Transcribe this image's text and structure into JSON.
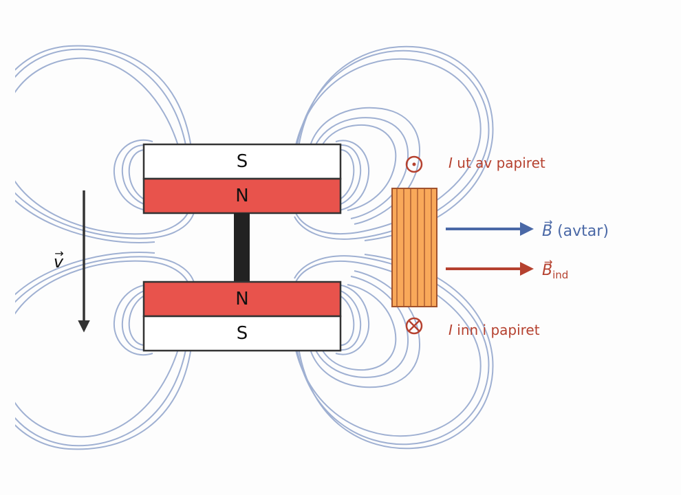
{
  "magnet_top": {
    "top_pole": "S",
    "bottom_pole": "N"
  },
  "magnet_bottom": {
    "top_pole": "N",
    "bottom_pole": "S"
  },
  "velocity": {
    "symbol": "v",
    "arrow_mark": "→"
  },
  "current_out": {
    "symbol": "I",
    "text": " ut av papiret",
    "icon": "dot-in-circle-icon"
  },
  "current_in": {
    "symbol": "I",
    "text": " inn i papiret",
    "icon": "cross-in-circle-icon"
  },
  "field_decreasing": {
    "symbol": "B",
    "arrow_mark": "→",
    "text": " (avtar)"
  },
  "field_induced": {
    "symbol": "B",
    "arrow_mark": "→",
    "subscript": "ind"
  },
  "colors": {
    "pole_north": "#e8534c",
    "pole_south": "#ffffff",
    "field_lines": "#9fb0d2",
    "coil": "#f9a95a",
    "coil_edge": "#a0522d",
    "decreasing_field_arrow": "#4a68a6",
    "induced_field_arrow": "#b5412f",
    "velocity_arrow": "#333333"
  }
}
